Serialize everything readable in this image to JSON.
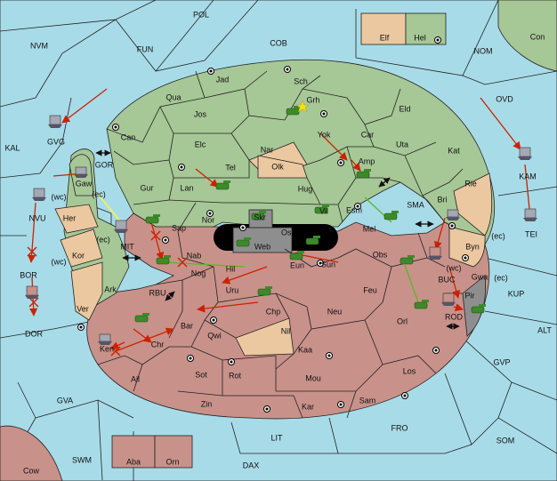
{
  "map": {
    "regions": [
      {
        "id": "POL",
        "label": "POL"
      },
      {
        "id": "NVM",
        "label": "NVM"
      },
      {
        "id": "FUN",
        "label": "FUN"
      },
      {
        "id": "COB",
        "label": "COB"
      },
      {
        "id": "Elf",
        "label": "Elf"
      },
      {
        "id": "Hel",
        "label": "Hel"
      },
      {
        "id": "Con",
        "label": "Con"
      },
      {
        "id": "NOM",
        "label": "NOM"
      },
      {
        "id": "OVD",
        "label": "OVD"
      },
      {
        "id": "KAL",
        "label": "KAL"
      },
      {
        "id": "GVG",
        "label": "GVG"
      },
      {
        "id": "GOR",
        "label": "GOR"
      },
      {
        "id": "Gaw",
        "label": "Gaw"
      },
      {
        "id": "ec1",
        "label": "(ec)"
      },
      {
        "id": "NVU",
        "label": "NVU"
      },
      {
        "id": "wc1",
        "label": "(wc)"
      },
      {
        "id": "Her",
        "label": "Her"
      },
      {
        "id": "MIT",
        "label": "MIT"
      },
      {
        "id": "ec2",
        "label": "(ec)"
      },
      {
        "id": "wc2",
        "label": "(wc)"
      },
      {
        "id": "Kor",
        "label": "Kor"
      },
      {
        "id": "BOR",
        "label": "BOR"
      },
      {
        "id": "Ark",
        "label": "Ark"
      },
      {
        "id": "Ver",
        "label": "Ver"
      },
      {
        "id": "DOR",
        "label": "DOR"
      },
      {
        "id": "RBU",
        "label": "RBU"
      },
      {
        "id": "Jad",
        "label": "Jad"
      },
      {
        "id": "Sch",
        "label": "Sch"
      },
      {
        "id": "Grh",
        "label": "Grh"
      },
      {
        "id": "Qua",
        "label": "Qua"
      },
      {
        "id": "Jos",
        "label": "Jos"
      },
      {
        "id": "Can",
        "label": "Can"
      },
      {
        "id": "Yok",
        "label": "Yok"
      },
      {
        "id": "Eld",
        "label": "Eld"
      },
      {
        "id": "Car",
        "label": "Car"
      },
      {
        "id": "Nar",
        "label": "Nar"
      },
      {
        "id": "Elc",
        "label": "Elc"
      },
      {
        "id": "Olk",
        "label": "Olk"
      },
      {
        "id": "Uta",
        "label": "Uta"
      },
      {
        "id": "Tel",
        "label": "Tel"
      },
      {
        "id": "Amp",
        "label": "Amp"
      },
      {
        "id": "Kat",
        "label": "Kat"
      },
      {
        "id": "KAM",
        "label": "KAM"
      },
      {
        "id": "Gur",
        "label": "Gur"
      },
      {
        "id": "Lan",
        "label": "Lan"
      },
      {
        "id": "Hug",
        "label": "Hug"
      },
      {
        "id": "Rie",
        "label": "Rie"
      },
      {
        "id": "Esm",
        "label": "Esm"
      },
      {
        "id": "SMA",
        "label": "SMA"
      },
      {
        "id": "Bri",
        "label": "Bri"
      },
      {
        "id": "TEI",
        "label": "TEI"
      },
      {
        "id": "Nor",
        "label": "Nor"
      },
      {
        "id": "Vil",
        "label": "Vil"
      },
      {
        "id": "Skr",
        "label": "Skr"
      },
      {
        "id": "Sap",
        "label": "Sap"
      },
      {
        "id": "Web",
        "label": "Web"
      },
      {
        "id": "Ost",
        "label": "Ost"
      },
      {
        "id": "Mel",
        "label": "Mel"
      },
      {
        "id": "Byn",
        "label": "Byn"
      },
      {
        "id": "ec3",
        "label": "(ec)"
      },
      {
        "id": "Nab",
        "label": "Nab"
      },
      {
        "id": "Eun",
        "label": "Eun"
      },
      {
        "id": "Sun",
        "label": "Sun"
      },
      {
        "id": "Obs",
        "label": "Obs"
      },
      {
        "id": "Hil",
        "label": "Hil"
      },
      {
        "id": "wc3",
        "label": "(wc)"
      },
      {
        "id": "Nog",
        "label": "Nog"
      },
      {
        "id": "BUC",
        "label": "BUC"
      },
      {
        "id": "Gwa",
        "label": "Gwa"
      },
      {
        "id": "ec4",
        "label": "(ec)"
      },
      {
        "id": "KUP",
        "label": "KUP"
      },
      {
        "id": "Uru",
        "label": "Uru"
      },
      {
        "id": "Feu",
        "label": "Feu"
      },
      {
        "id": "Pir",
        "label": "Pir"
      },
      {
        "id": "ROD",
        "label": "ROD"
      },
      {
        "id": "Chp",
        "label": "Chp"
      },
      {
        "id": "Neu",
        "label": "Neu"
      },
      {
        "id": "Bar",
        "label": "Bar"
      },
      {
        "id": "Qwi",
        "label": "Qwi"
      },
      {
        "id": "Orl",
        "label": "Orl"
      },
      {
        "id": "Nil",
        "label": "Nil"
      },
      {
        "id": "ALT",
        "label": "ALT"
      },
      {
        "id": "Ken",
        "label": "Ken"
      },
      {
        "id": "Chr",
        "label": "Chr"
      },
      {
        "id": "Kaa",
        "label": "Kaa"
      },
      {
        "id": "GVP",
        "label": "GVP"
      },
      {
        "id": "Ail",
        "label": "Ail"
      },
      {
        "id": "Sot",
        "label": "Sot"
      },
      {
        "id": "Rot",
        "label": "Rot"
      },
      {
        "id": "Mou",
        "label": "Mou"
      },
      {
        "id": "Los",
        "label": "Los"
      },
      {
        "id": "GVA",
        "label": "GVA"
      },
      {
        "id": "Zin",
        "label": "Zin"
      },
      {
        "id": "Kar",
        "label": "Kar"
      },
      {
        "id": "Sam",
        "label": "Sam"
      },
      {
        "id": "FRO",
        "label": "FRO"
      },
      {
        "id": "LIT",
        "label": "LIT"
      },
      {
        "id": "SOM",
        "label": "SOM"
      },
      {
        "id": "SWM",
        "label": "SWM"
      },
      {
        "id": "Aba",
        "label": "Aba"
      },
      {
        "id": "Orn",
        "label": "Orn"
      },
      {
        "id": "DAX",
        "label": "DAX"
      },
      {
        "id": "Cow",
        "label": "Cow"
      }
    ],
    "colors": {
      "sea": "#a8dbe8",
      "north_land": "#a6c796",
      "south_land": "#c8918a",
      "neutral_land": "#ebc8a0",
      "impassable": "#8e8e8e",
      "move_order": "#cc2200",
      "support_order": "#55bb22",
      "convoy_order": "#eeee66"
    },
    "icons": [
      "army-icon",
      "fleet-icon",
      "supply-center-icon",
      "fort-icon"
    ]
  }
}
